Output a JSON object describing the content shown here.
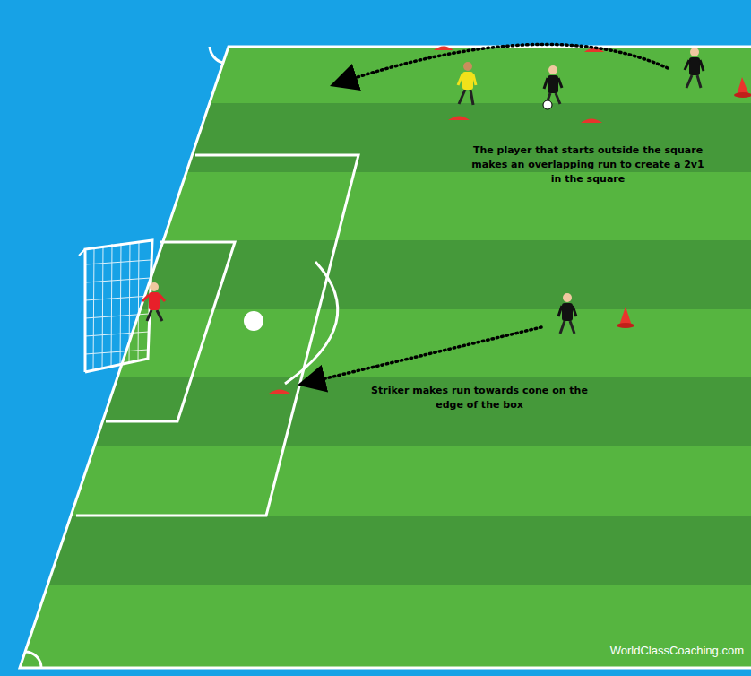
{
  "diagram": {
    "labels": [
      "The player that starts outside the square makes an overlapping run to create a 2v1 in the square",
      "Striker makes run towards cone on the edge of the box",
      "WorldClassCoaching.com"
    ]
  }
}
